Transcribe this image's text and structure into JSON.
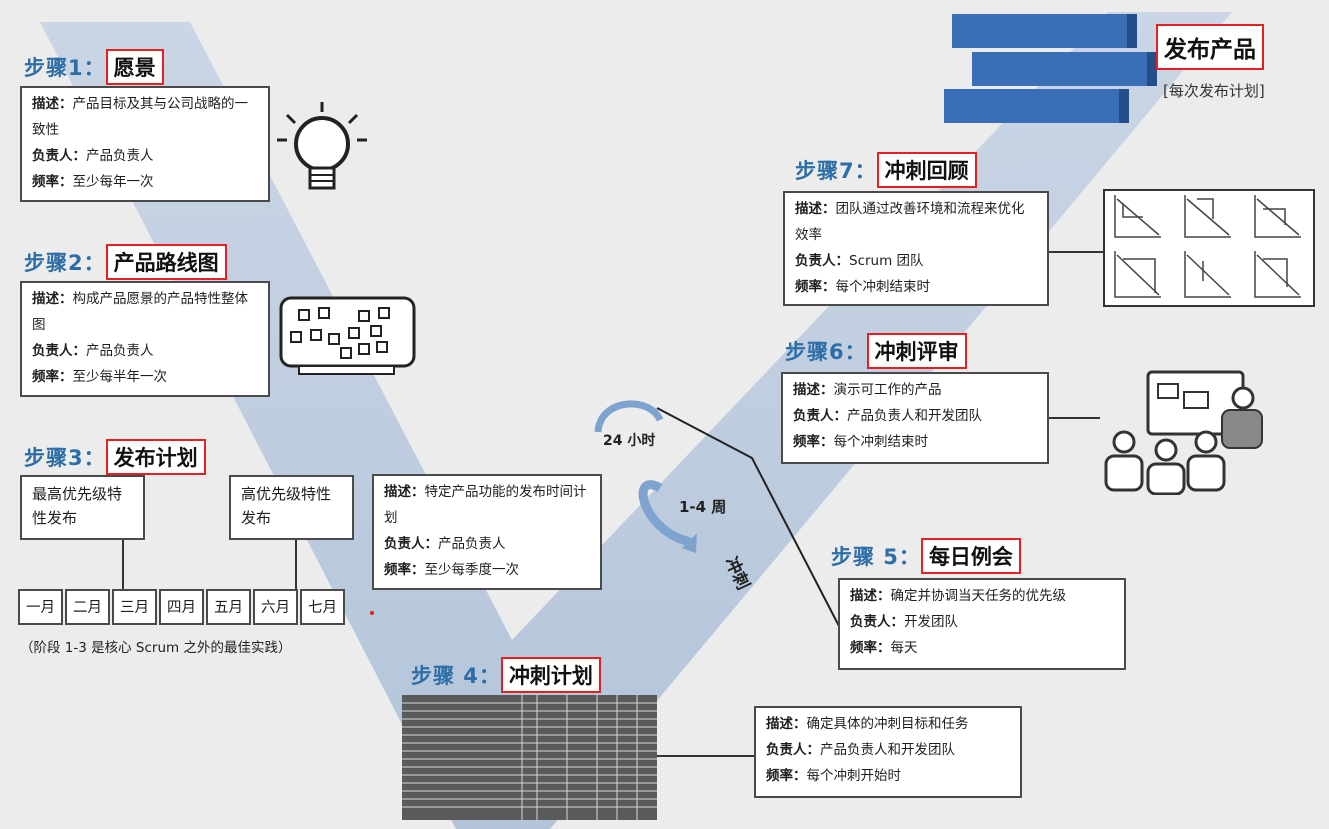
{
  "colors": {
    "accent_blue": "#2e6ea6",
    "v_band": "#b7c6da",
    "highlight_red": "#e52020",
    "stair_blue": "#3a6fb7"
  },
  "release": {
    "title": "发布产品",
    "subtitle": "[每次发布计划]"
  },
  "steps": [
    {
      "prefix": "步骤1：",
      "title": "愿景",
      "desc_label": "描述：",
      "desc": "产品目标及其与公司战略的一致性",
      "owner_label": "负责人：",
      "owner": "产品负责人",
      "freq_label": "频率：",
      "freq": "至少每年一次",
      "icon": "lightbulb-icon"
    },
    {
      "prefix": "步骤2：",
      "title": "产品路线图",
      "desc_label": "描述：",
      "desc": "构成产品愿景的产品特性整体图",
      "owner_label": "负责人：",
      "owner": "产品负责人",
      "freq_label": "频率：",
      "freq": "至少每半年一次",
      "icon": "board-icon"
    },
    {
      "prefix": "步骤3：",
      "title": "发布计划",
      "desc_label": "描述：",
      "desc": "特定产品功能的发布时间计划",
      "owner_label": "负责人：",
      "owner": "产品负责人",
      "freq_label": "频率：",
      "freq": "至少每季度一次"
    },
    {
      "prefix": "步骤 4：",
      "title": "冲刺计划",
      "desc_label": "描述：",
      "desc": "确定具体的冲刺目标和任务",
      "owner_label": "负责人：",
      "owner": "产品负责人和开发团队",
      "freq_label": "频率：",
      "freq": "每个冲刺开始时",
      "icon": "table-icon"
    },
    {
      "prefix": "步骤 5：",
      "title": "每日例会",
      "desc_label": "描述：",
      "desc": "确定并协调当天任务的优先级",
      "owner_label": "负责人：",
      "owner": "开发团队",
      "freq_label": "频率：",
      "freq": "每天"
    },
    {
      "prefix": "步骤6：",
      "title": "冲刺评审",
      "desc_label": "描述：",
      "desc": "演示可工作的产品",
      "owner_label": "负责人：",
      "owner": "产品负责人和开发团队",
      "freq_label": "频率：",
      "freq": "每个冲刺结束时",
      "icon": "presentation-icon"
    },
    {
      "prefix": "步骤7：",
      "title": "冲刺回顾",
      "desc_label": "描述：",
      "desc": "团队通过改善环境和流程来优化效率",
      "owner_label": "负责人：",
      "owner": "Scrum 团队",
      "freq_label": "频率：",
      "freq": "每个冲刺结束时",
      "icon": "charts-grid-icon"
    }
  ],
  "release_plan": {
    "left_cell": "最高优先级特性发布",
    "right_cell": "高优先级特性发布",
    "months": [
      "一月",
      "二月",
      "三月",
      "四月",
      "五月",
      "六月",
      "七月"
    ],
    "note": "（阶段 1-3 是核心 Scrum 之外的最佳实践）"
  },
  "loop": {
    "daily": "24 小时",
    "sprint": "1-4 周",
    "sprint_word": "冲刺"
  }
}
